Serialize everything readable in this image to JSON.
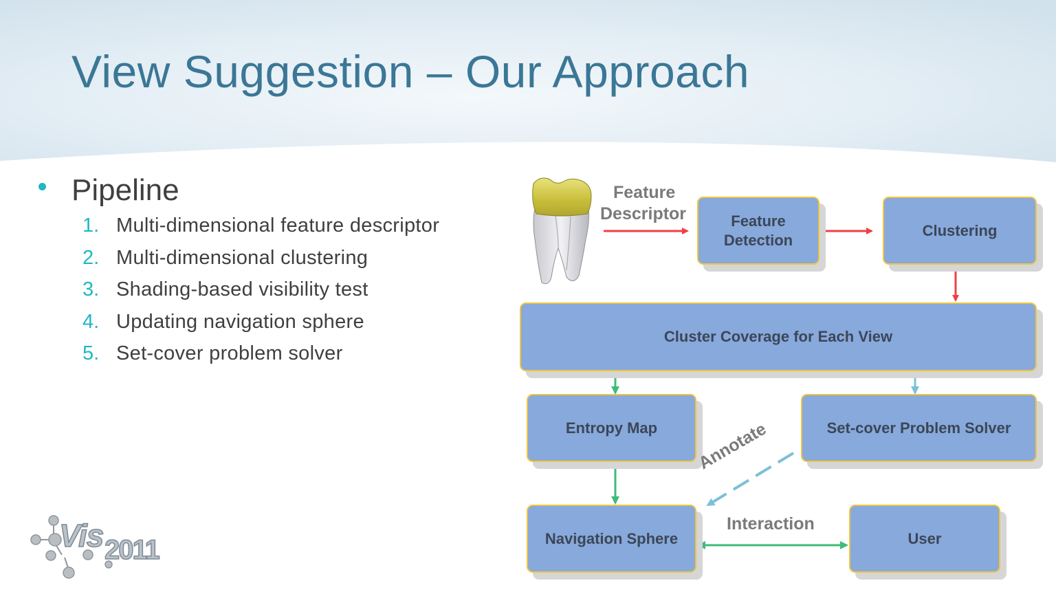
{
  "slide": {
    "title": "View Suggestion – Our Approach",
    "bullet": "Pipeline",
    "steps": [
      {
        "num": "1.",
        "text": "Multi-dimensional feature descriptor"
      },
      {
        "num": "2.",
        "text": "Multi-dimensional clustering"
      },
      {
        "num": "3.",
        "text": "Shading-based visibility test"
      },
      {
        "num": "4.",
        "text": "Updating navigation sphere"
      },
      {
        "num": "5.",
        "text": "Set-cover problem solver"
      }
    ]
  },
  "diagram": {
    "boxes": {
      "feature_detection": "Feature\nDetection",
      "clustering": "Clustering",
      "cluster_coverage": "Cluster Coverage for Each View",
      "entropy_map": "Entropy Map",
      "set_cover_solver": "Set-cover Problem Solver",
      "navigation_sphere": "Navigation Sphere",
      "user": "User"
    },
    "labels": {
      "feature_descriptor_1": "Feature",
      "feature_descriptor_2": "Descriptor",
      "annotate": "Annotate",
      "interaction": "Interaction"
    }
  },
  "logo": {
    "vis": "Vis",
    "year": "2011"
  },
  "colors": {
    "title": "#3b7796",
    "accent_bullet": "#1fb7c3",
    "box_fill": "#87a9dc",
    "box_border": "#f0c53e",
    "arrow_red": "#ef4045",
    "arrow_green": "#3fbb78",
    "arrow_blue": "#7ebfd9"
  },
  "icons": [
    "tooth-model-icon",
    "vis2011-logo"
  ]
}
